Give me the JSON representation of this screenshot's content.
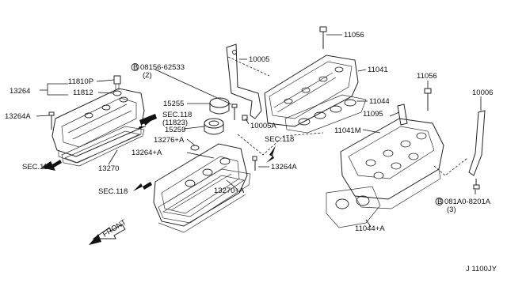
{
  "callouts": {
    "p11810p": "11810P",
    "p11812": "11812",
    "p13264": "13264",
    "p13264a_left": "13264A",
    "p13270": "13270",
    "p15255": "15255",
    "p15259": "15259",
    "p13276a": "13276+A",
    "p13264a_center": "13264+A",
    "p13264a_right": "13264A",
    "p13270a": "13270+A",
    "p10005": "10005",
    "p10005a": "10005A",
    "p11056_top": "11056",
    "p11041": "11041",
    "p11044": "11044",
    "p11056_right": "11056",
    "p11095": "11095",
    "p11041m": "11041M",
    "p10006": "10006",
    "p11044a": "11044+A"
  },
  "bolt_refs": {
    "b1_symbol": "B",
    "b1_number": "08156-62533",
    "b1_qty": "(2)",
    "b2_symbol": "B",
    "b2_number": "081A0-8201A",
    "b2_qty": "(3)"
  },
  "section_refs": {
    "sec_left": "SEC.118",
    "sec_center_line1": "SEC.118",
    "sec_center_line2": "(11823)",
    "sec_right": "SEC.118",
    "sec_bottom": "SEC.118"
  },
  "direction_label": "FRONT",
  "diagram_code": "J 1100JY"
}
